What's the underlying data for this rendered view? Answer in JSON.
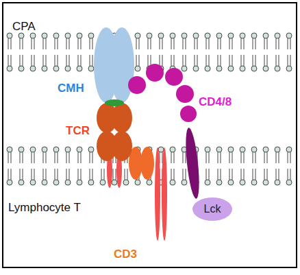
{
  "diagram": {
    "nodes": [
      {
        "text": [
          "Lck"
        ]
      }
    ],
    "labels": [
      "CPA",
      "CMH",
      "CD4/8",
      "TCR",
      "Lymphocyte T",
      "CD3"
    ]
  }
}
